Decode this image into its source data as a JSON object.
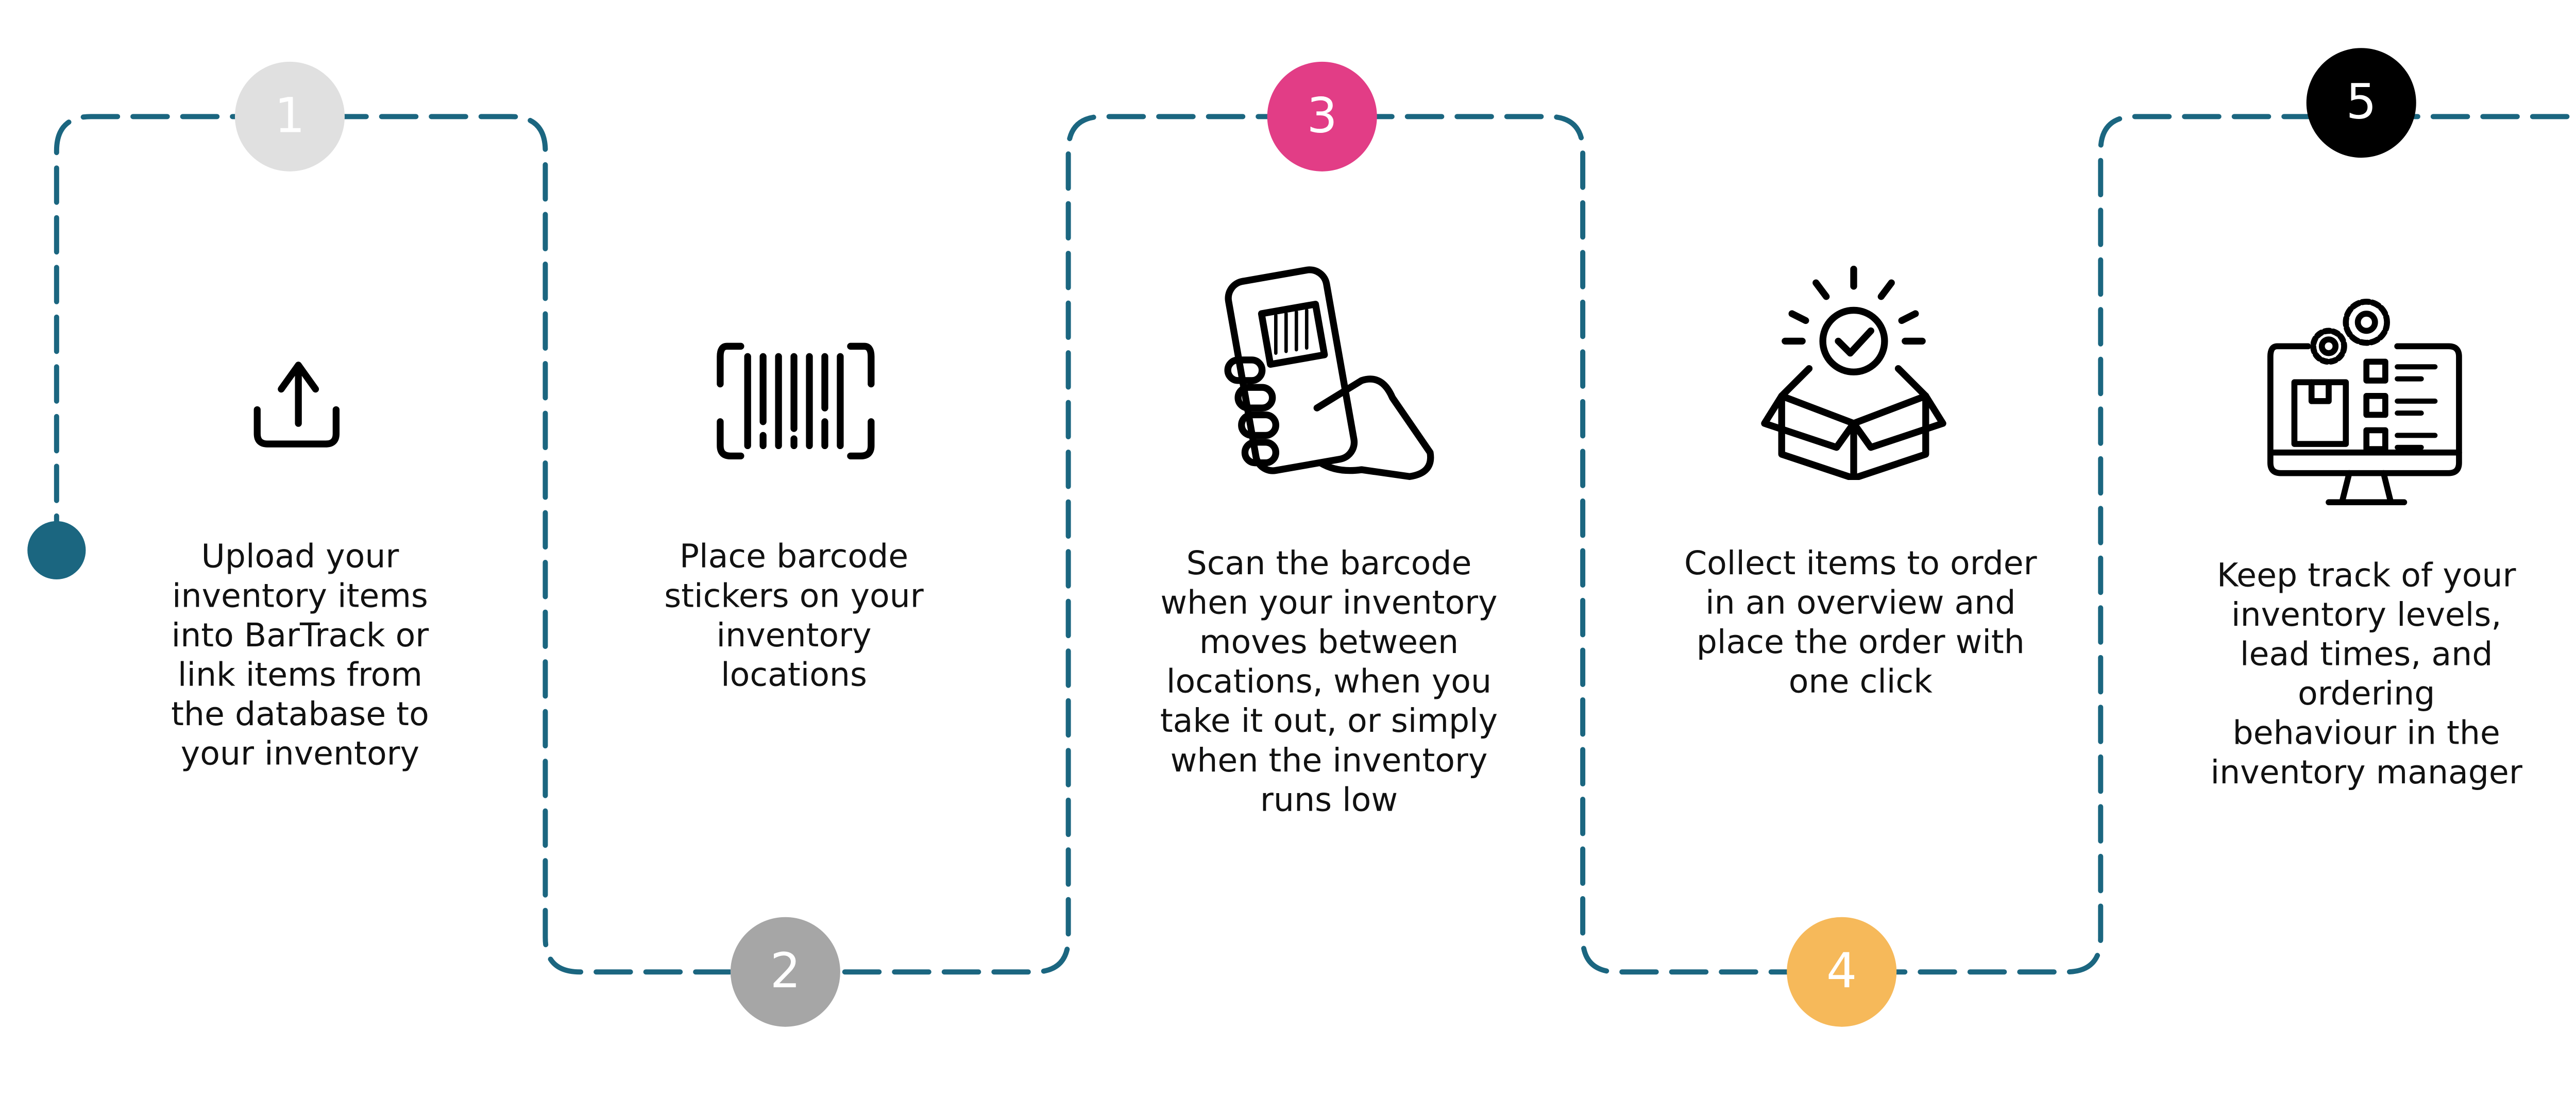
{
  "colors": {
    "path": "#1b6680",
    "step1": "#e0e0e0",
    "step2": "#a6a6a6",
    "step3": "#e23d86",
    "step4": "#f6b95a",
    "step5": "#000000"
  },
  "steps": [
    {
      "number": "1",
      "icon": "upload-icon",
      "lines": [
        "Upload your",
        "inventory items",
        "into BarTrack or",
        "link items from",
        "the database to",
        "your inventory"
      ]
    },
    {
      "number": "2",
      "icon": "barcode-icon",
      "lines": [
        "Place barcode",
        "stickers on your",
        "inventory",
        "locations"
      ]
    },
    {
      "number": "3",
      "icon": "phone-scan-icon",
      "lines": [
        "Scan the barcode",
        "when your inventory",
        "moves between",
        "locations, when you",
        "take it out, or simply",
        "when the inventory",
        "runs low"
      ]
    },
    {
      "number": "4",
      "icon": "box-check-icon",
      "lines": [
        "Collect items to order",
        "in an overview and",
        "place the order with",
        "one click"
      ]
    },
    {
      "number": "5",
      "icon": "monitor-gears-icon",
      "lines": [
        "Keep track of your",
        "inventory levels,",
        "lead times, and",
        "ordering",
        "behaviour in the",
        "inventory manager"
      ]
    }
  ]
}
